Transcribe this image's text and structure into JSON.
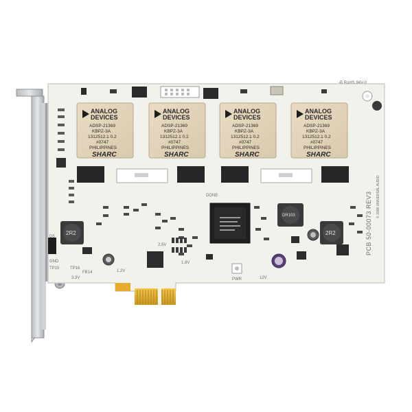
{
  "board": {
    "dsp_brand_line1": "ANALOG",
    "dsp_brand_line2": "DEVICES",
    "dsp_chips": [
      {
        "part": "ADSP-21369",
        "suffix": "KBPZ-3A",
        "lot": "1312512.1 0.2",
        "date": "#0747",
        "origin": "PHILIPPINES",
        "family": "SHARC"
      },
      {
        "part": "ADSP-21369",
        "suffix": "KBPZ-3A",
        "lot": "1312512.1 0.2",
        "date": "#0747",
        "origin": "PHILIPPINES",
        "family": "SHARC"
      },
      {
        "part": "ADSP-21369",
        "suffix": "KBPZ-3A",
        "lot": "1312512.1 0.2",
        "date": "#0747",
        "origin": "PHILIPPINES",
        "family": "SHARC"
      },
      {
        "part": "ADSP-21369",
        "suffix": "KBPZ-3A",
        "lot": "1312512.1 0.2",
        "date": "#0747",
        "origin": "PHILIPPINES",
        "family": "SHARC"
      }
    ],
    "pcb_label": "PCB 50-00073 REV3",
    "copyright": "© 2008 UNIVERSAL AUDIO",
    "rohs": "-B RoHS 94V-0",
    "inductor_left": "2R2",
    "inductor_right": "2R2",
    "inductor_mid": "DR103",
    "silk": {
      "led_d5": "D5",
      "gnd": "GND",
      "v33": "3.3V",
      "v25": "2.5V",
      "v12": "1.2V",
      "v18": "1.8V",
      "v12b": "12V",
      "pwr": "PWR",
      "tp15": "TP15",
      "tp16": "TP16",
      "fb14": "FB14",
      "done": "DONE"
    }
  }
}
